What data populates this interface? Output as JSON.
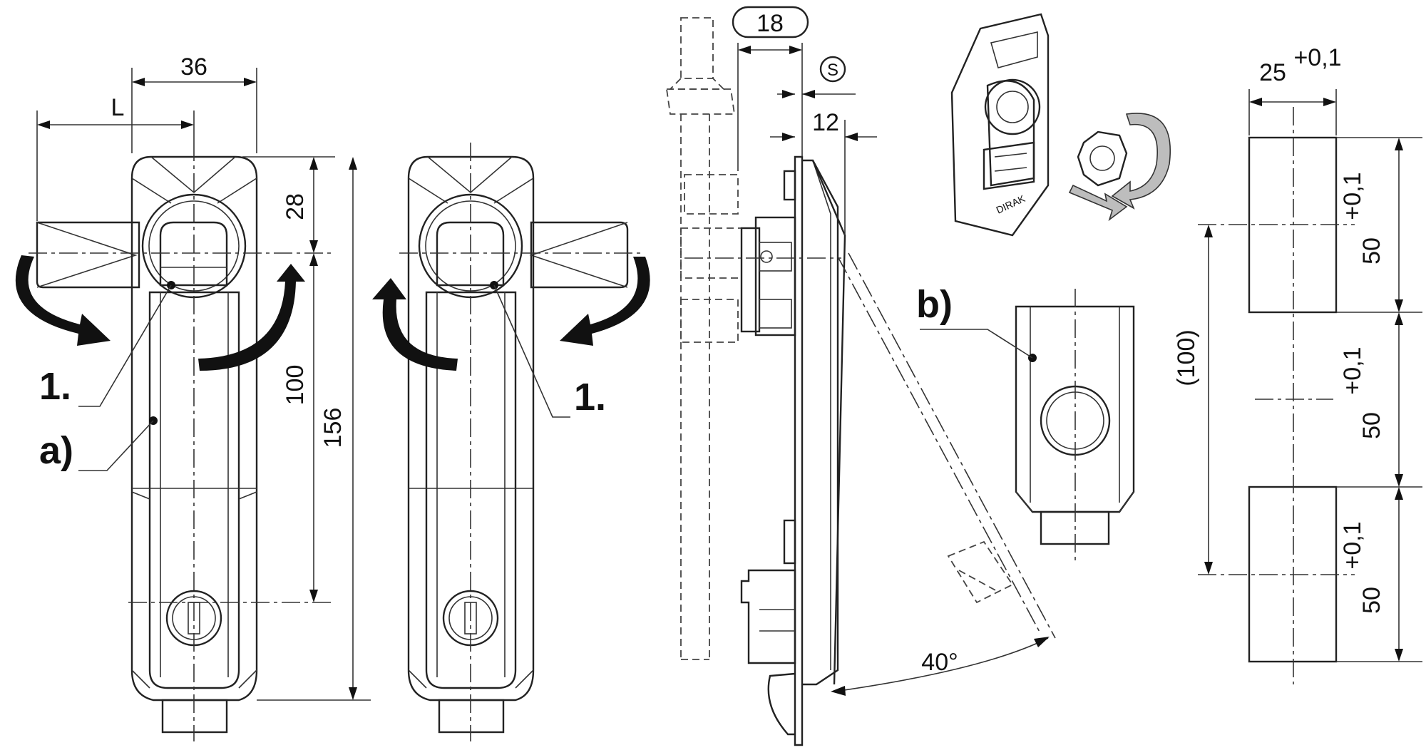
{
  "dimensions": {
    "width_36": "36",
    "offset_L": "L",
    "height_28": "28",
    "height_100": "100",
    "height_156": "156",
    "depth_18": "18",
    "symbol_S": "S",
    "depth_12": "12",
    "angle_40": "40°",
    "cutout_width": "25",
    "cutout_width_tol": "+0,1",
    "cutout_height_1": "50",
    "cutout_height_1_tol": "+0,1",
    "cutout_height_2": "50",
    "cutout_height_2_tol": "+0,1",
    "cutout_height_3": "50",
    "cutout_height_3_tol": "+0,1",
    "pitch_100": "(100)"
  },
  "callouts": {
    "left_1": "1.",
    "right_1": "1.",
    "a": "a)",
    "b": "b)"
  },
  "product_marking": "DIRAK",
  "colors": {
    "line": "#222222",
    "arrow": "#111111",
    "rotation_arrow_grey": "#bdbdbd"
  }
}
